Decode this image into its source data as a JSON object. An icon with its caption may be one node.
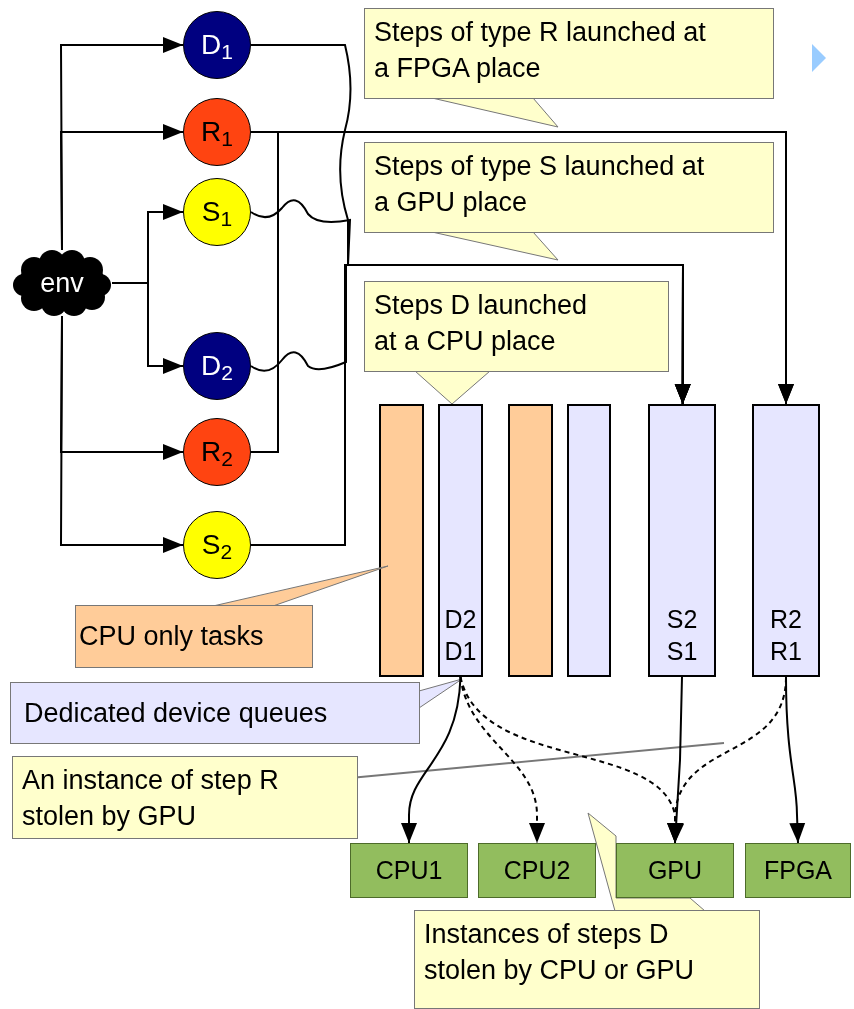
{
  "diagram": {
    "nodes": [
      {
        "text": [
          "env"
        ]
      },
      {
        "text": [
          "D$_{1}$"
        ]
      },
      {
        "text": [
          "R$_{1}$"
        ]
      },
      {
        "text": [
          "S$_{1}$"
        ]
      },
      {
        "text": [
          "D$_{2}$"
        ]
      },
      {
        "text": [
          "R$_{2}$"
        ]
      },
      {
        "text": [
          "S$_{2}$"
        ]
      },
      {
        "text": [
          "Steps of type R launched at a FPGA place"
        ]
      },
      {
        "text": [
          "Steps of type S launched at a GPU place"
        ]
      },
      {
        "text": [
          "Steps D launched at a CPU place"
        ]
      },
      {
        "text": [],
        "shape": "bar"
      },
      {
        "text": [
          "D2 D1"
        ]
      },
      {
        "text": [],
        "shape": "bar"
      },
      {
        "text": [],
        "shape": "bar"
      },
      {
        "text": [
          "S2 S1"
        ]
      },
      {
        "text": [
          "R2 R1"
        ]
      },
      {
        "text": [
          "CPU only tasks"
        ]
      },
      {
        "text": [
          "Dedicated device queues"
        ]
      },
      {
        "text": [
          "An instance of step R stolen by GPU"
        ]
      },
      {
        "text": [
          "CPU1"
        ]
      },
      {
        "text": [
          "CPU2"
        ]
      },
      {
        "text": [
          "GPU"
        ]
      },
      {
        "text": [
          "FPGA"
        ]
      },
      {
        "text": [
          "Instances of steps D stolen by CPU or GPU"
        ]
      }
    ],
    "edges": [
      {
        "from": 0,
        "to": 1,
        "arrow": "to"
      },
      {
        "from": 0,
        "to": 2,
        "arrow": "to"
      },
      {
        "from": 0,
        "to": 3,
        "arrow": "to"
      },
      {
        "from": 0,
        "to": 4,
        "arrow": "to"
      },
      {
        "from": 0,
        "to": 5,
        "arrow": "to"
      },
      {
        "from": 0,
        "to": 6,
        "arrow": "to"
      },
      {
        "from": 1,
        "to": 14,
        "arrow": "to"
      },
      {
        "from": 2,
        "to": 15,
        "arrow": "to"
      },
      {
        "from": 3,
        "to": 14,
        "arrow": "to"
      },
      {
        "from": 4,
        "to": 14,
        "arrow": "to"
      },
      {
        "from": 5,
        "to": 15,
        "arrow": "to"
      },
      {
        "from": 6,
        "to": 14,
        "arrow": "to"
      },
      {
        "from": 11,
        "to": 19,
        "arrow": "to"
      },
      {
        "from": 11,
        "to": 20,
        "arrow": "to",
        "style": "dashed"
      },
      {
        "from": 11,
        "to": 21,
        "arrow": "to",
        "style": "dashed"
      },
      {
        "from": 14,
        "to": 21,
        "arrow": "to"
      },
      {
        "from": 15,
        "to": 21,
        "arrow": "to",
        "style": "dashed"
      },
      {
        "from": 15,
        "to": 22,
        "arrow": "to"
      },
      {
        "from": 18,
        "to": null,
        "arrow": "none",
        "color": "#777777"
      }
    ]
  }
}
